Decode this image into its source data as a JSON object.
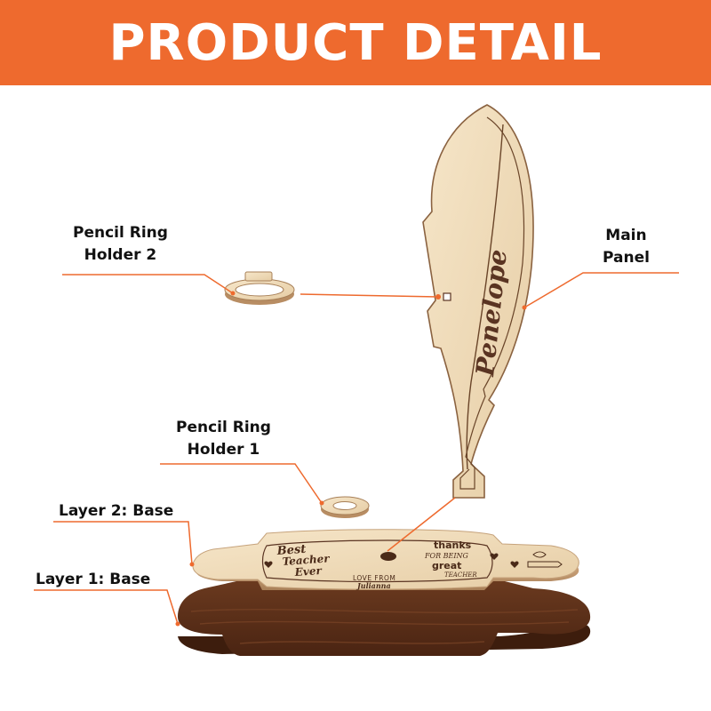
{
  "title": "PRODUCT DETAIL",
  "colors": {
    "accent": "#ee6a2e",
    "leader_line": "#ee6a2e",
    "light_wood": "#efd9b6",
    "dark_wood": "#5b2f18",
    "engraving": "#5a3422"
  },
  "labels": {
    "pencil_ring_holder_2": [
      "Pencil Ring",
      "Holder 2"
    ],
    "main_panel": [
      "Main",
      "Panel"
    ],
    "pencil_ring_holder_1": [
      "Pencil Ring",
      "Holder 1"
    ],
    "layer_2": "Layer 2: Base",
    "layer_1": "Layer 1: Base"
  },
  "engraving": {
    "name": "Penelope",
    "left_words": [
      "Best",
      "Teacher",
      "Ever"
    ],
    "love_from": "LOVE FROM",
    "signer": "Julianna",
    "right_words": [
      "thanks",
      "FOR BEING",
      "great",
      "TEACHER"
    ]
  }
}
